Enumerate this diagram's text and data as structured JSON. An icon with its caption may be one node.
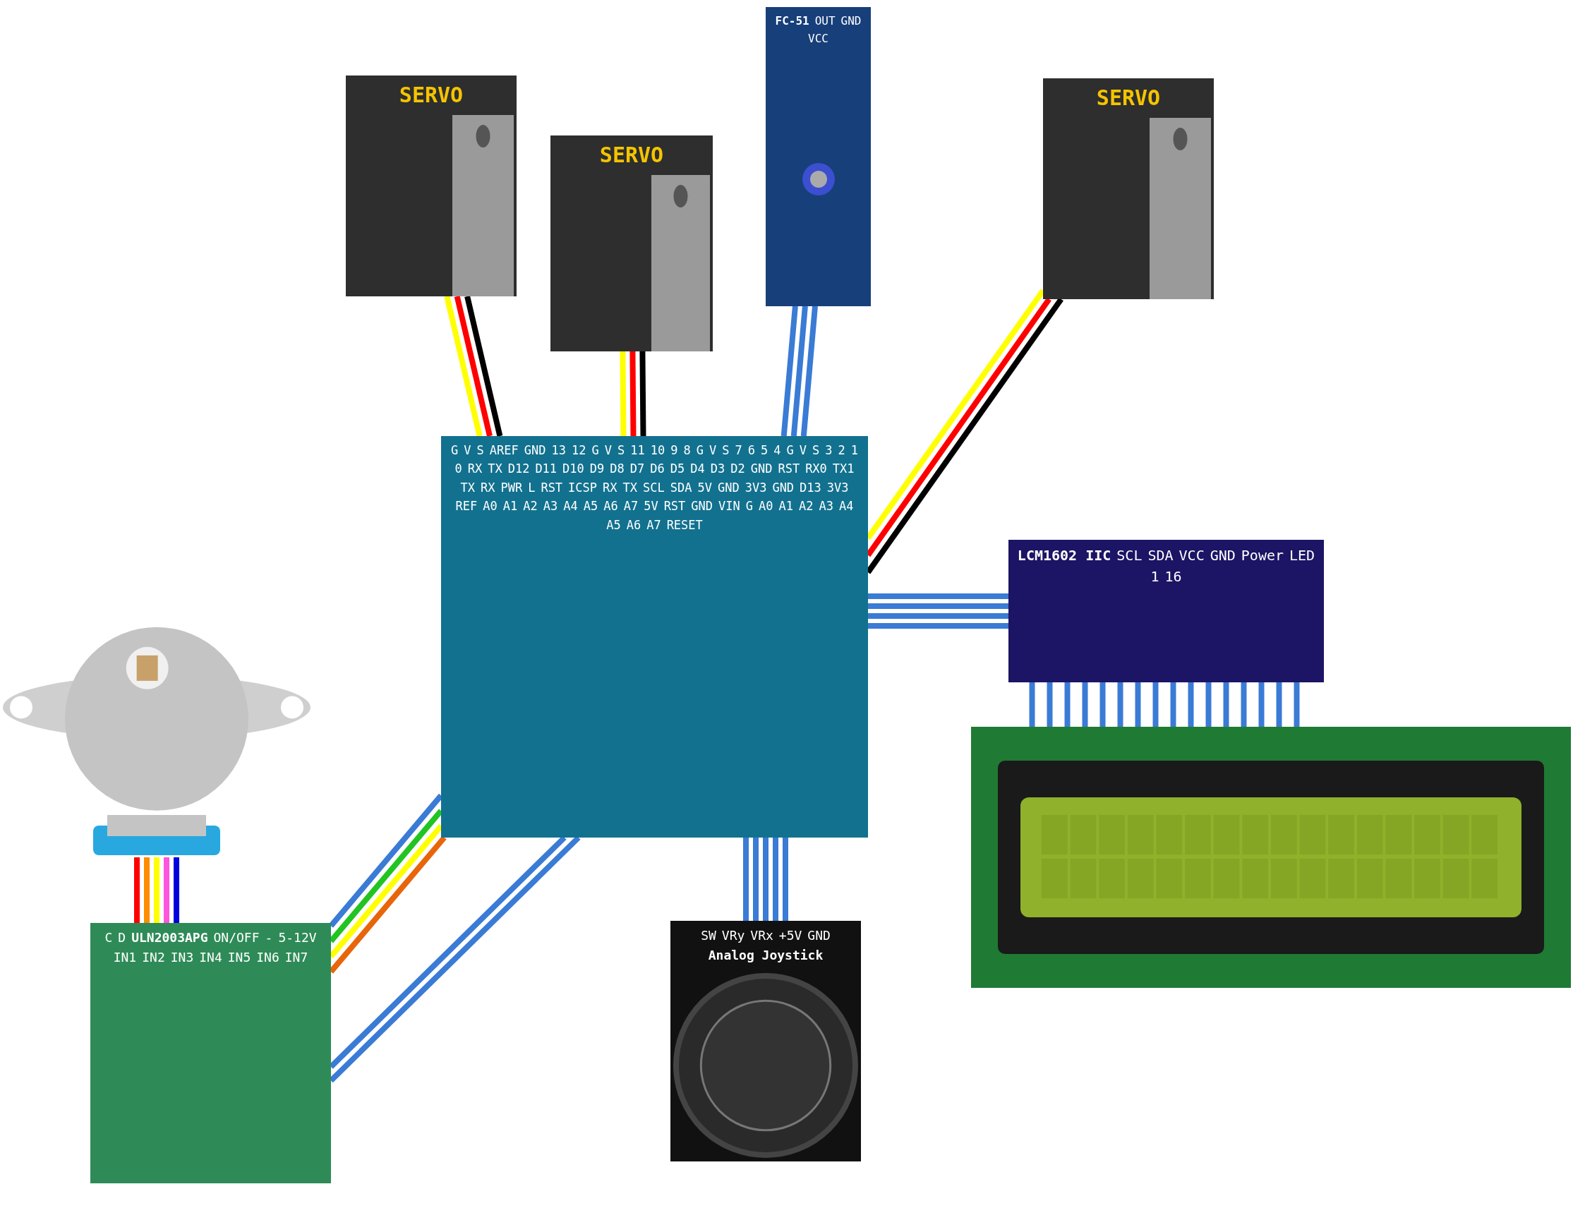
{
  "diagram": {
    "nodes": [
      {
        "text": [
          "SERVO"
        ]
      },
      {
        "text": [
          "SERVO"
        ]
      },
      {
        "text": [
          "FC-51",
          "OUT",
          "GND",
          "VCC"
        ]
      },
      {
        "text": [
          "SERVO"
        ]
      },
      {
        "text": [
          "G",
          "V",
          "S",
          "AREF",
          "GND",
          "13",
          "12",
          "G",
          "V",
          "S",
          "11",
          "10",
          "9",
          "8",
          "G",
          "V",
          "S",
          "7",
          "6",
          "5",
          "4",
          "G",
          "V",
          "S",
          "3",
          "2",
          "1",
          "0",
          "RX",
          "TX",
          "D12",
          "D11",
          "D10",
          "D9",
          "D8",
          "D7",
          "D6",
          "D5",
          "D4",
          "D3",
          "D2",
          "GND",
          "RST",
          "RX0",
          "TX1",
          "TX",
          "RX",
          "PWR",
          "L",
          "RST",
          "ICSP",
          "RX",
          "TX",
          "SCL",
          "SDA",
          "5V",
          "GND",
          "3V3",
          "GND",
          "D13",
          "3V3",
          "REF",
          "A0",
          "A1",
          "A2",
          "A3",
          "A4",
          "A5",
          "A6",
          "A7",
          "5V",
          "RST",
          "GND",
          "VIN",
          "G",
          "A0",
          "A1",
          "A2",
          "A3",
          "A4",
          "A5",
          "A6",
          "A7",
          "RESET"
        ]
      },
      {
        "text": [],
        "shape": "picture"
      },
      {
        "text": [
          "C",
          "D",
          "ULN2003APG",
          "ON/OFF",
          "-",
          "5-12V",
          "IN1",
          "IN2",
          "IN3",
          "IN4",
          "IN5",
          "IN6",
          "IN7"
        ]
      },
      {
        "text": [
          "SW",
          "VRy",
          "VRx",
          "+5V",
          "GND",
          "Analog Joystick"
        ]
      },
      {
        "text": [
          "LCM1602 IIC",
          "SCL",
          "SDA",
          "VCC",
          "GND",
          "Power",
          "LED",
          "1",
          "16"
        ]
      },
      {
        "text": [],
        "shape": "picture"
      }
    ],
    "edges": [
      {
        "from": 0,
        "to": 4,
        "arrow": "none",
        "color": "#000000"
      },
      {
        "from": 0,
        "to": 4,
        "arrow": "none",
        "color": "#ff0000"
      },
      {
        "from": 0,
        "to": 4,
        "arrow": "none",
        "color": "#ffff00"
      },
      {
        "from": 1,
        "to": 4,
        "arrow": "none",
        "color": "#000000"
      },
      {
        "from": 1,
        "to": 4,
        "arrow": "none",
        "color": "#ff0000"
      },
      {
        "from": 1,
        "to": 4,
        "arrow": "none",
        "color": "#ffff00"
      },
      {
        "from": 2,
        "to": 4,
        "arrow": "none"
      },
      {
        "from": 2,
        "to": 4,
        "arrow": "none"
      },
      {
        "from": 2,
        "to": 4,
        "arrow": "none"
      },
      {
        "from": 3,
        "to": 4,
        "arrow": "none",
        "color": "#000000"
      },
      {
        "from": 3,
        "to": 4,
        "arrow": "none",
        "color": "#ff0000"
      },
      {
        "from": 3,
        "to": 4,
        "arrow": "none",
        "color": "#ffff00"
      },
      {
        "from": 6,
        "to": 4,
        "arrow": "none"
      },
      {
        "from": 6,
        "to": 4,
        "arrow": "none",
        "color": "#22c422"
      },
      {
        "from": 6,
        "to": 4,
        "arrow": "none",
        "color": "#ffff00"
      },
      {
        "from": 6,
        "to": 4,
        "arrow": "none",
        "color": "#e8650a"
      },
      {
        "from": 6,
        "to": 4,
        "arrow": "none"
      },
      {
        "from": 6,
        "to": 4,
        "arrow": "none"
      },
      {
        "from": 5,
        "to": 6,
        "arrow": "none",
        "color": "#0000dd"
      },
      {
        "from": 5,
        "to": 6,
        "arrow": "none",
        "color": "#ff55dd"
      },
      {
        "from": 5,
        "to": 6,
        "arrow": "none",
        "color": "#ffff00"
      },
      {
        "from": 5,
        "to": 6,
        "arrow": "none",
        "color": "#ff8c00"
      },
      {
        "from": 5,
        "to": 6,
        "arrow": "none",
        "color": "#ff0000"
      },
      {
        "from": 7,
        "to": 4,
        "arrow": "none"
      },
      {
        "from": 7,
        "to": 4,
        "arrow": "none"
      },
      {
        "from": 7,
        "to": 4,
        "arrow": "none"
      },
      {
        "from": 7,
        "to": 4,
        "arrow": "none"
      },
      {
        "from": 7,
        "to": 4,
        "arrow": "none"
      },
      {
        "from": 8,
        "to": 4,
        "arrow": "none"
      },
      {
        "from": 8,
        "to": 4,
        "arrow": "none"
      },
      {
        "from": 8,
        "to": 4,
        "arrow": "none"
      },
      {
        "from": 8,
        "to": 4,
        "arrow": "none"
      },
      {
        "from": 8,
        "to": 9,
        "arrow": "none"
      },
      {
        "from": 8,
        "to": 9,
        "arrow": "none"
      },
      {
        "from": 8,
        "to": 9,
        "arrow": "none"
      },
      {
        "from": 8,
        "to": 9,
        "arrow": "none"
      },
      {
        "from": 8,
        "to": 9,
        "arrow": "none"
      },
      {
        "from": 8,
        "to": 9,
        "arrow": "none"
      },
      {
        "from": 8,
        "to": 9,
        "arrow": "none"
      },
      {
        "from": 8,
        "to": 9,
        "arrow": "none"
      },
      {
        "from": 8,
        "to": 9,
        "arrow": "none"
      },
      {
        "from": 8,
        "to": 9,
        "arrow": "none"
      },
      {
        "from": 8,
        "to": 9,
        "arrow": "none"
      },
      {
        "from": 8,
        "to": 9,
        "arrow": "none"
      },
      {
        "from": 8,
        "to": 9,
        "arrow": "none"
      },
      {
        "from": 8,
        "to": 9,
        "arrow": "none"
      },
      {
        "from": 8,
        "to": 9,
        "arrow": "none"
      },
      {
        "from": 8,
        "to": 9,
        "arrow": "none"
      }
    ]
  }
}
